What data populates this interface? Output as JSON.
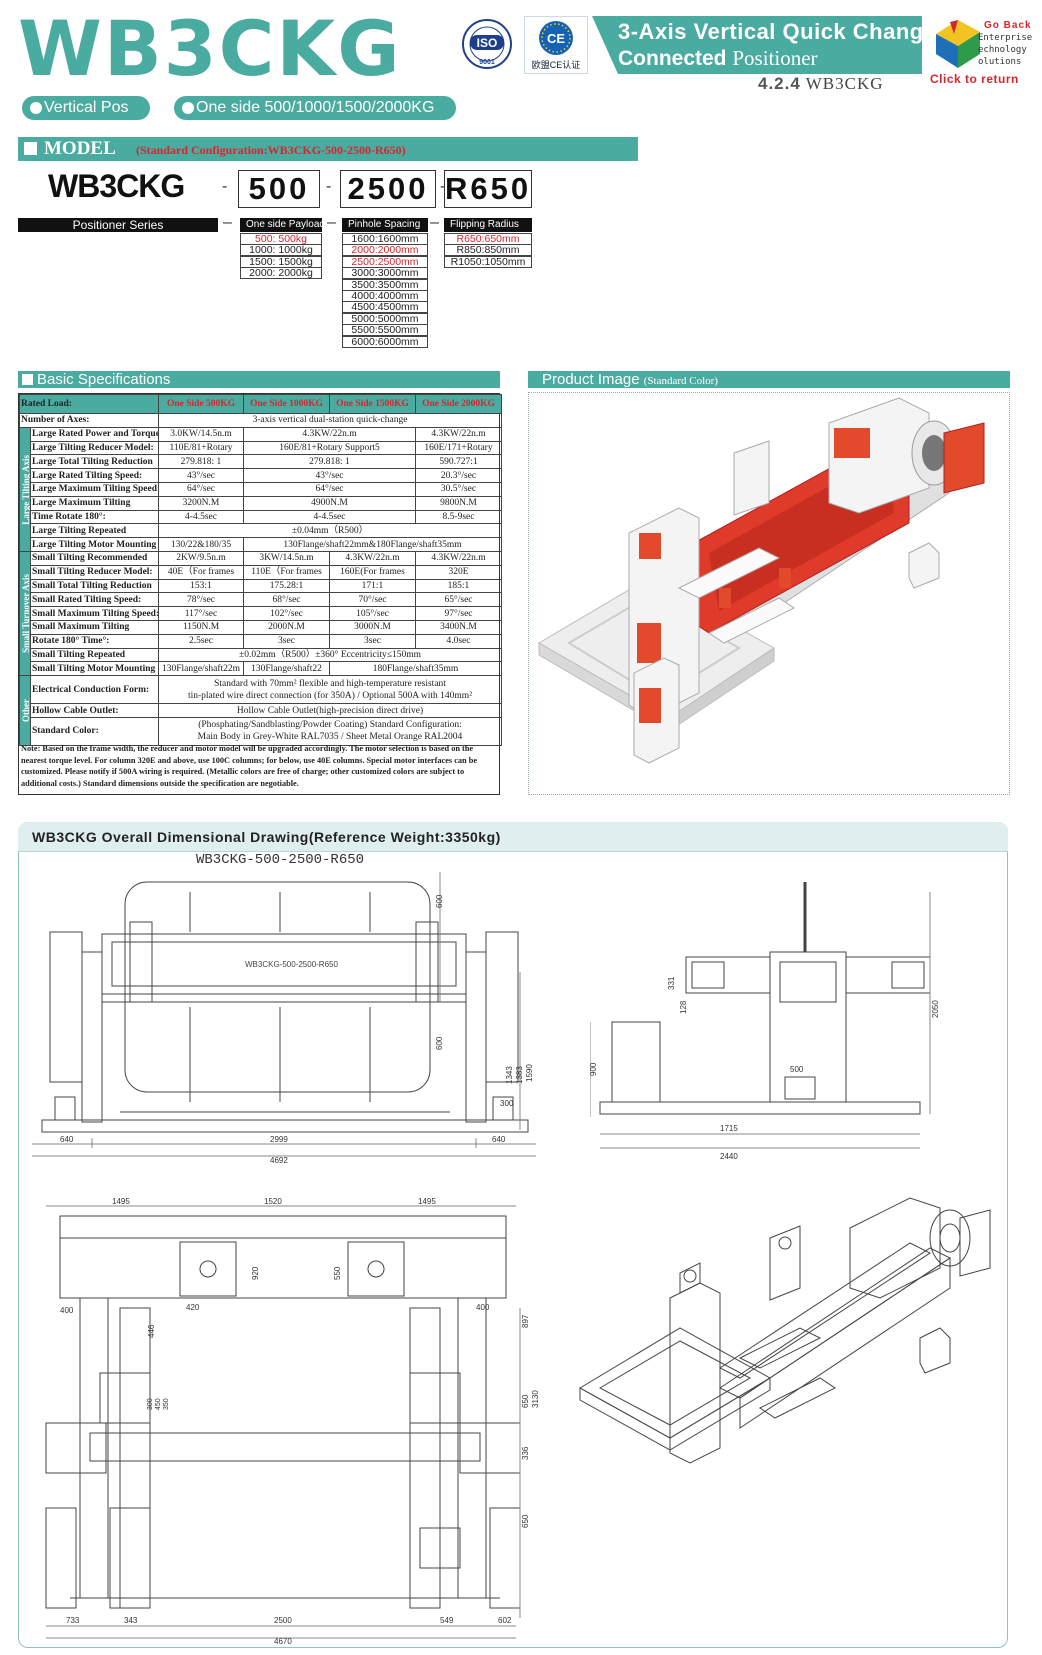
{
  "header": {
    "title": "WB3CKG",
    "banner_line1": "3-Axis Vertical Quick Chang",
    "banner_line2_a": "Connected ",
    "banner_line2_b": "Positioner",
    "section_code": "4.2.4",
    "section_code_b": " WB3CKG",
    "iso_text": "ISO",
    "iso_num": "9001",
    "ce_text": "欧盟CE认证",
    "pill1": "Vertical Pos",
    "pill2": "One side 500/1000/1500/2000KG"
  },
  "go_back": {
    "top": "Go Back",
    "lines": [
      "Enterprise",
      "echnology",
      "olutions"
    ],
    "click": "Click to return"
  },
  "model": {
    "label": "MODEL",
    "standard_config": "(Standard Configuration:WB3CKG-500-2500-R650)",
    "series": "WB3CKG",
    "series_label": "Positioner Series",
    "code_payload": "500",
    "code_spacing": "2500",
    "code_radius": "R650",
    "payload_head": "One side Payload",
    "spacing_head": "Pinhole Spacing",
    "radius_head": "Flipping Radius",
    "payload_options": [
      "500:  500kg",
      "1000: 1000kg",
      "1500: 1500kg",
      "2000: 2000kg"
    ],
    "spacing_options": [
      "1600:1600mm",
      "2000:2000mm",
      "2500:2500mm",
      "3000:3000mm",
      "3500:3500mm",
      "4000:4000mm",
      "4500:4500mm",
      "5000:5000mm",
      "5500:5500mm",
      "6000:6000mm"
    ],
    "radius_options": [
      "R650:650mm",
      "R850:850mm",
      "R1050:1050mm"
    ]
  },
  "specs": {
    "title": "Basic Specifications",
    "header": [
      "Rated Load:",
      "One Side  500KG",
      "One Side 1000KG",
      "One Side 1500KG",
      "One Side 2000KG"
    ],
    "axes_label": "Number of Axes:",
    "axes_value": "3-axis vertical dual-station quick-change",
    "group_large": "Large Tilting Axis",
    "group_small": "Small Turnover Axis",
    "group_other": "Other",
    "large_rows": [
      {
        "label": "Large Rated Power and Torque",
        "c1": "3.0KW/14.5n.m",
        "c23": "4.3KW/22n.m",
        "c4": "4.3KW/22n.m"
      },
      {
        "label": "Large Tilting Reducer Model:",
        "c1": "110E/81+Rotary",
        "c23": "160E/81+Rotary Support5",
        "c4": "160E/171+Rotary"
      },
      {
        "label": "Large Total Tilting Reduction",
        "c1": "279.818:  1",
        "c23": "279.818:  1",
        "c4": "590.727:1"
      },
      {
        "label": "Large Rated Tilting Speed:",
        "c1": "43°/sec",
        "c23": "43°/sec",
        "c4": "20.3°/sec"
      },
      {
        "label": "Large Maximum Tilting Speed:",
        "c1": "64°/sec",
        "c23": "64°/sec",
        "c4": "30.5°/sec"
      },
      {
        "label": "Large Maximum Tilting",
        "c1": "3200N.M",
        "c23": "4900N.M",
        "c4": "9800N.M"
      },
      {
        "label": "Time Rotate 180°:",
        "c1": "4-4.5sec",
        "c23": "4-4.5sec",
        "c4": "8.5-9sec"
      }
    ],
    "large_repeat": {
      "label": "Large Tilting Repeated",
      "value": "±0.04mm（R500）"
    },
    "large_motor": {
      "label": "Large Tilting Motor Mounting",
      "c1": "130/22&180/35",
      "c234": "130Flange/shaft22mm&180Flange/shaft35mm"
    },
    "small_rows": [
      {
        "label": "Small Tilting Recommended",
        "c1": "2KW/9.5n.m",
        "c2": "3KW/14.5n.m",
        "c3": "4.3KW/22n.m",
        "c4": "4.3KW/22n.m"
      },
      {
        "label": "Small Tilting Reducer Model:",
        "c1": "40E（For frames",
        "c2": "110E（For frames",
        "c3": "160E(For frames",
        "c4": "320E"
      },
      {
        "label": "Small Total Tilting Reduction",
        "c1": "153:1",
        "c2": "175.28:1",
        "c3": "171:1",
        "c4": "185:1"
      },
      {
        "label": "Small Rated Tilting Speed:",
        "c1": "78°/sec",
        "c2": "68°/sec",
        "c3": "70°/sec",
        "c4": "65°/sec"
      },
      {
        "label": "Small Maximum Tilting Speed:",
        "c1": "117°/sec",
        "c2": "102°/sec",
        "c3": "105°/sec",
        "c4": "97°/sec"
      },
      {
        "label": "Small Maximum Tilting",
        "c1": "1150N.M",
        "c2": "2000N.M",
        "c3": "3000N.M",
        "c4": "3400N.M"
      },
      {
        "label": "Rotate 180° Time°:",
        "c1": "2.5sec",
        "c2": "3sec",
        "c3": "3sec",
        "c4": "4.0sec"
      }
    ],
    "small_repeat": {
      "label": "Small Tilting Repeated",
      "value": "±0.02mm（R500）±360° Eccentricity≤150mm"
    },
    "small_motor": {
      "label": "Small Tilting Motor Mounting",
      "c1": "130Flange/shaft22m",
      "c2": "130Flange/shaft22",
      "c34": "180Flange/shaft35mm"
    },
    "electric": {
      "label": "Electrical Conduction Form:",
      "v1": "Standard with 70mm² flexible and high-temperature resistant",
      "v2": "tin-plated wire direct connection (for 350A) / Optional 500A with 140mm²"
    },
    "hollow": {
      "label": "Hollow Cable Outlet:",
      "value": "Hollow Cable Outlet(high-precision direct drive)"
    },
    "color": {
      "label": "Standard Color:",
      "v1": "(Phosphating/Sandblasting/Powder Coating) Standard Configuration:",
      "v2": "Main Body in Grey-White RAL7035 / Sheet Metal Orange RAL2004"
    },
    "note": "Note: Based on the frame width, the reducer and motor model will be upgraded accordingly. The motor selection is based on the nearest torque level. For column 320E and above, use 100C columns; for below, use 40E columns. Special motor interfaces can be customized. Please notify if 500A wiring is required. (Metallic colors are free of charge; other customized colors are subject to additional costs.) Standard dimensions outside the specification are negotiable."
  },
  "product_image": {
    "title": "Product Image",
    "subtitle": "(Standard Color)"
  },
  "drawing": {
    "title": "WB3CKG Overall Dimensional Drawing(Reference Weight:3350kg)",
    "model_label": "WB3CKG-500-2500-R650",
    "front_dims": {
      "a": "640",
      "b": "2999",
      "c": "640",
      "total": "4692",
      "h600": "600",
      "h600b": "600",
      "h1343": "1343",
      "h1383": "1383",
      "h1590": "1590",
      "w300": "300"
    },
    "side_dims": {
      "h331": "331",
      "h128": "128",
      "h900": "900",
      "h2050": "2050",
      "w500": "500",
      "w1715": "1715",
      "w2440": "2440"
    },
    "top_dims": {
      "t1": "1495",
      "t2": "1520",
      "t3": "1495",
      "b1": "733",
      "b2": "343",
      "b3": "2500",
      "b4": "549",
      "b5": "602",
      "btotal": "4670",
      "w400": "400",
      "w400b": "400",
      "w420": "420",
      "h920": "920",
      "h550": "550",
      "h446": "446",
      "h897": "897",
      "h650": "650",
      "h3130": "3130",
      "h336": "336",
      "h650b": "650",
      "s300": "300",
      "s450": "450",
      "s350": "350"
    }
  },
  "colors": {
    "teal": "#4aaba1",
    "red": "#d6262d",
    "orange_red": "#e24a2b"
  }
}
